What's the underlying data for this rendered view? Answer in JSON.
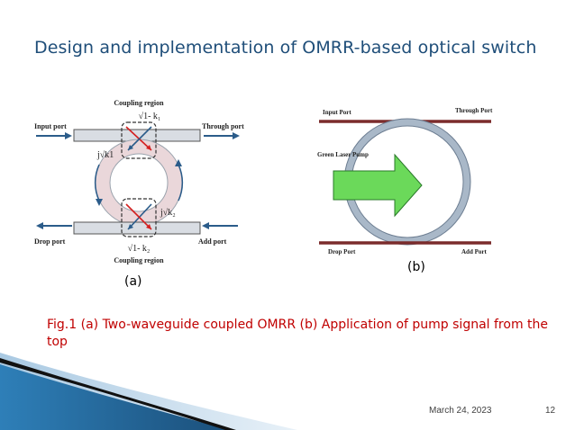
{
  "slide": {
    "title": "Design and implementation of OMRR-based optical switch",
    "label_a": "(a)",
    "label_b": "(b)",
    "caption": "Fig.1 (a) Two-waveguide coupled OMRR (b) Application of pump signal from the top",
    "date": "March 24, 2023",
    "page_number": "12"
  },
  "fig_a": {
    "coupling_region_top": "Coupling region",
    "coupling_region_bottom": "Coupling region",
    "input_port": "Input port",
    "through_port": "Through port",
    "drop_port": "Drop port",
    "add_port": "Add port",
    "coef_top": "√1- k₁",
    "coef_bottom": "√1- k₂",
    "coef_j1": "j√k1",
    "coef_j2": "j√k₂"
  },
  "fig_b": {
    "input_port": "Input Port",
    "through_port": "Through Port",
    "pump": "Green Laser Pump",
    "drop_port": "Drop Port",
    "add_port": "Add Port"
  },
  "colors": {
    "title": "#1f4e79",
    "caption": "#c00000",
    "waveguide_b": "#7b2c2c",
    "ring_b": "#a9b8c8",
    "pump": "#6bd95a",
    "accent_blue": "#1f4e79"
  }
}
